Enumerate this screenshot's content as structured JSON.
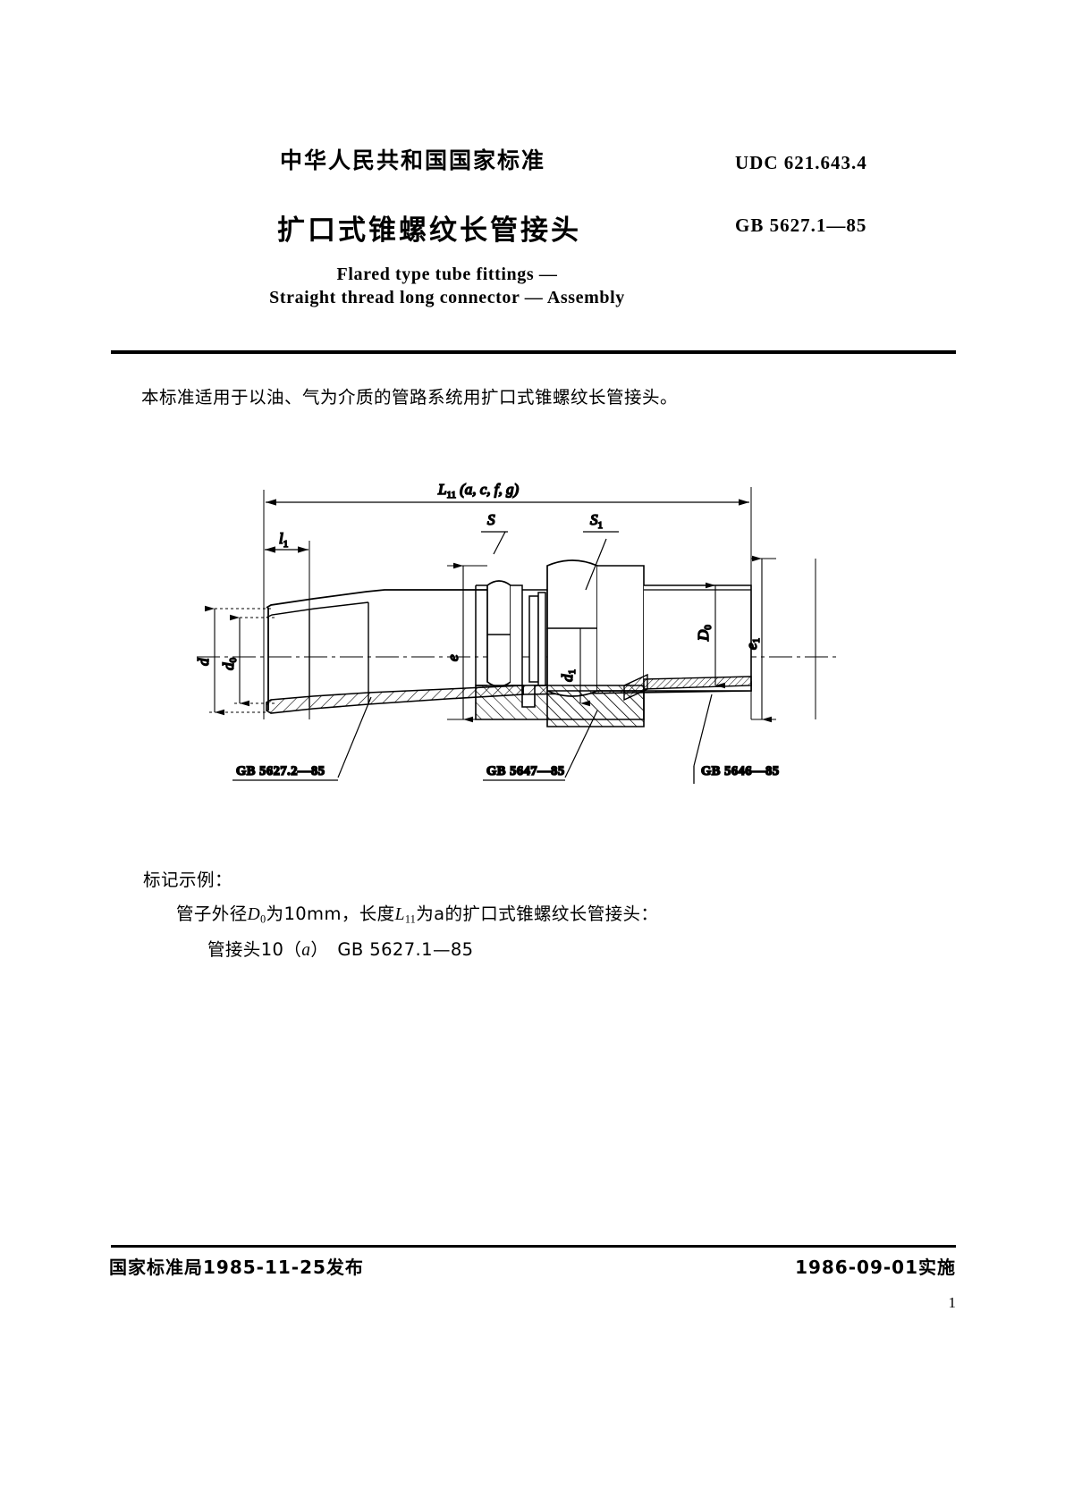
{
  "header": {
    "national_standard_line": "中华人民共和国国家标准",
    "udc": "UDC 621.643.4",
    "title_cn": "扩口式锥螺纹长管接头",
    "standard_no": "GB 5627.1—85",
    "title_en_line1": "Flared type tube fittings —",
    "title_en_line2": "Straight thread long connector — Assembly"
  },
  "scope": {
    "text": "本标准适用于以油、气为介质的管路系统用扩口式锥螺纹长管接头。"
  },
  "drawing": {
    "dimensions": {
      "overall_length": "L",
      "overall_length_sub": "11",
      "overall_length_suffix": "(a,  c,  f,  g)",
      "flare_length": "l",
      "flare_length_sub": "1",
      "tube_outer": "d",
      "tube_inner": "d",
      "tube_inner_sub": "0",
      "bore": "d",
      "bore_sub": "1",
      "nut_across_flats": "S",
      "body_across_flats": "S",
      "body_across_flats_sub": "1",
      "hex_across_corners": "e",
      "pipe_outer": "D",
      "pipe_outer_sub": "0",
      "corners_right": "e",
      "corners_right_sub": "1"
    },
    "callouts": [
      "GB  5627.2—85",
      "GB  5647—85",
      "GB  5646—85"
    ]
  },
  "marking": {
    "title": "标记示例：",
    "line1_pre": "管子外径",
    "line1_sym1": "D",
    "line1_sym1_sub": "0",
    "line1_mid": "为10mm，长度",
    "line1_sym2": "L",
    "line1_sym2_sub": "11",
    "line1_post": "为a的扩口式锥螺纹长管接头：",
    "line2_pre": "管接头10（",
    "line2_code": "a",
    "line2_post": "）　GB  5627.1—85"
  },
  "footer": {
    "issue": "国家标准局1985-11-25发布",
    "effective": "1986-09-01实施",
    "page_number": "1"
  },
  "colors": {
    "ink": "#000000",
    "paper": "#ffffff"
  }
}
